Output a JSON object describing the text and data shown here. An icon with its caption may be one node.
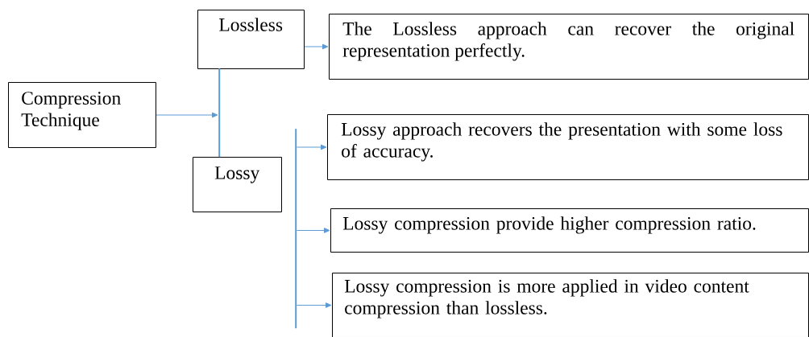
{
  "diagram": {
    "nodes": [
      {
        "text": [
          "Compression Technique"
        ]
      },
      {
        "text": [
          "Lossless"
        ]
      },
      {
        "text": [
          "Lossy"
        ]
      },
      {
        "text": [
          "The Lossless approach can recover the original representation perfectly."
        ]
      },
      {
        "text": [
          "Lossy approach recovers the presentation with some loss of accuracy."
        ]
      },
      {
        "text": [
          "Lossy compression provide higher compression ratio."
        ]
      },
      {
        "text": [
          "Lossy compression is more applied in video content compression than lossless."
        ]
      },
      {
        "text": [],
        "shape": "bar"
      },
      {
        "text": [],
        "shape": "bar"
      }
    ],
    "edges": [
      {
        "from": 0,
        "to": 7,
        "arrow": "to"
      },
      {
        "from": 1,
        "to": 3,
        "arrow": "to"
      },
      {
        "from": 8,
        "to": 4,
        "arrow": "to"
      },
      {
        "from": 8,
        "to": 5,
        "arrow": "to"
      },
      {
        "from": 8,
        "to": 6,
        "arrow": "to"
      }
    ]
  }
}
